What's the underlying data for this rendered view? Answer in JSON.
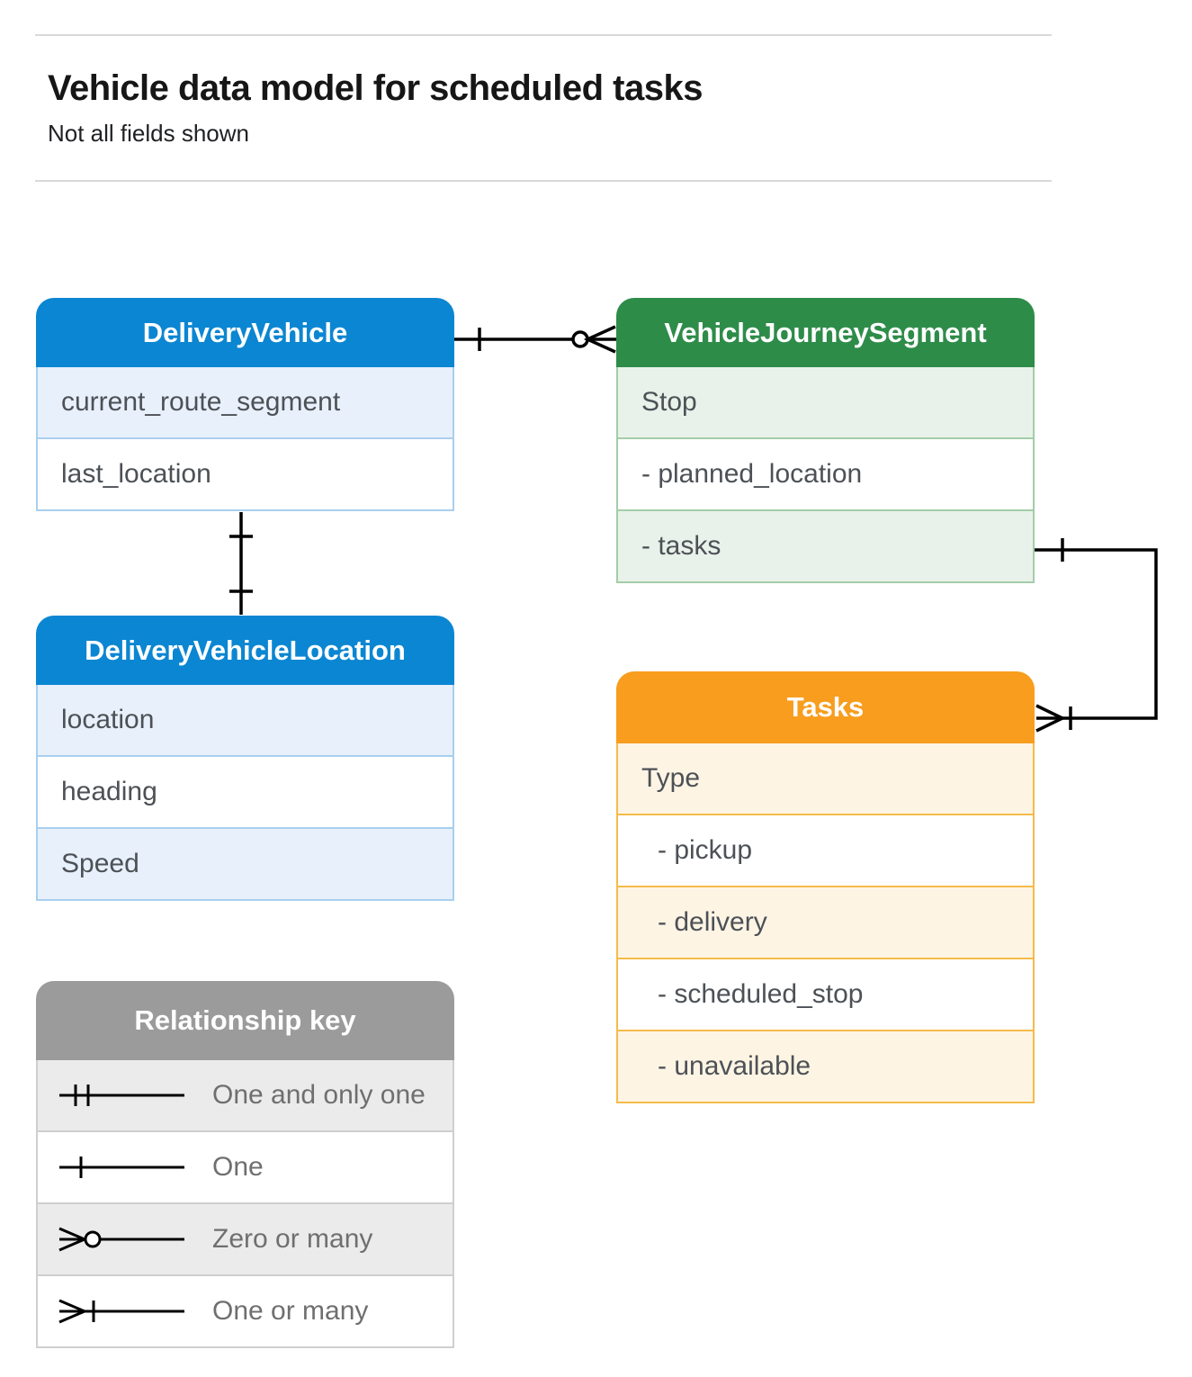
{
  "page": {
    "title": "Vehicle data model for scheduled tasks",
    "subtitle": "Not all fields shown"
  },
  "colors": {
    "blue_header": "#0b86d2",
    "blue_tint": "#e7f0fb",
    "blue_border": "#a9cfee",
    "green_header": "#2e8c49",
    "green_tint": "#e9f2ea",
    "green_border": "#a3cda9",
    "orange_header": "#f89d1e",
    "orange_tint": "#fdf4e4",
    "orange_border": "#f6bb4b",
    "gray_header": "#9b9b9b",
    "gray_tint": "#ebebeb",
    "connector": "#000000",
    "field_text": "#4d5156",
    "legend_text": "#6f6f6f"
  },
  "entities": [
    {
      "name": "DeliveryVehicle",
      "rows": [
        {
          "text": "current_route_segment"
        },
        {
          "text": "last_location"
        }
      ]
    },
    {
      "name": "VehicleJourneySegment",
      "rows": [
        {
          "text": "Stop"
        },
        {
          "text": "- planned_location"
        },
        {
          "text": "- tasks"
        }
      ]
    },
    {
      "name": "DeliveryVehicleLocation",
      "rows": [
        {
          "text": "location"
        },
        {
          "text": "heading"
        },
        {
          "text": "Speed"
        }
      ]
    },
    {
      "name": "Tasks",
      "rows": [
        {
          "text": "Type"
        },
        {
          "text": "- pickup"
        },
        {
          "text": "- delivery"
        },
        {
          "text": "- scheduled_stop"
        },
        {
          "text": "- unavailable"
        }
      ]
    }
  ],
  "relationships": [
    {
      "from": "DeliveryVehicle",
      "to": "VehicleJourneySegment",
      "from_cardinality": "one",
      "to_cardinality": "zero or many"
    },
    {
      "from": "DeliveryVehicle",
      "to": "DeliveryVehicleLocation",
      "from_cardinality": "one",
      "to_cardinality": "one"
    },
    {
      "from": "VehicleJourneySegment (tasks)",
      "to": "Tasks",
      "from_cardinality": "one",
      "to_cardinality": "one or many"
    }
  ],
  "legend": {
    "title": "Relationship key",
    "items": [
      {
        "symbol": "one-and-only-one",
        "label": "One and only one"
      },
      {
        "symbol": "one",
        "label": "One"
      },
      {
        "symbol": "zero-or-many",
        "label": "Zero or many"
      },
      {
        "symbol": "one-or-many",
        "label": "One or many"
      }
    ]
  }
}
